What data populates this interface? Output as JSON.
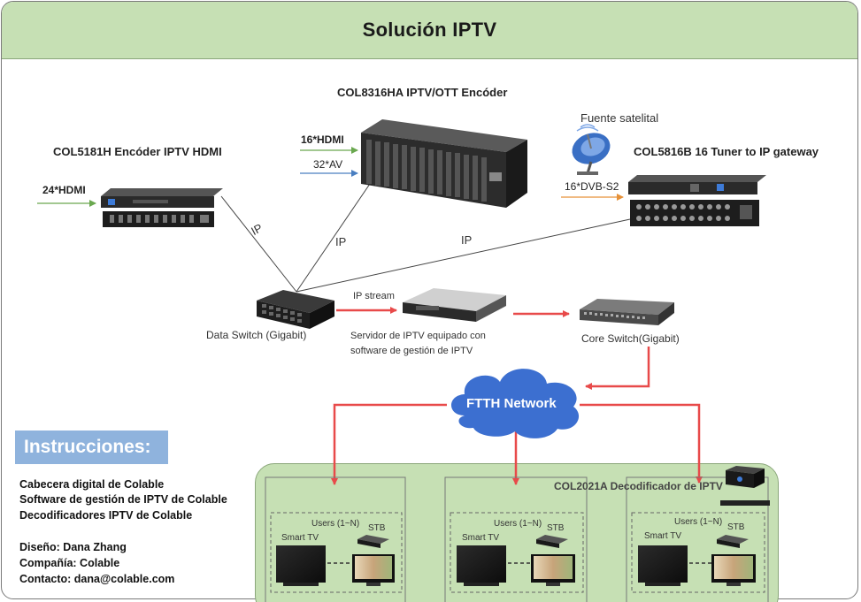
{
  "title": "Solución IPTV",
  "devices": {
    "encoder_hdmi": "COL5181H Encóder IPTV HDMI",
    "encoder_ott": "COL8316HA  IPTV/OTT Encóder",
    "gateway": "COL5816B 16 Tuner to IP gateway",
    "satellite_source": "Fuente satelital",
    "data_switch": "Data Switch (Gigabit)",
    "server_line1": "Servidor de IPTV equipado con",
    "server_line2": "software de gestión de IPTV",
    "core_switch": "Core Switch(Gigabit)",
    "decoder": "COL2021A Decodificador de IPTV"
  },
  "inputs": {
    "hdmi24": "24*HDMI",
    "hdmi16": "16*HDMI",
    "av32": "32*AV",
    "dvbs2": "16*DVB-S2"
  },
  "links": {
    "ip1": "IP",
    "ip2": "IP",
    "ip3": "IP",
    "ip_stream": "IP stream",
    "ftth": "FTTH Network"
  },
  "user_groups": [
    {
      "users": "Users (1~N)",
      "stb": "STB",
      "tv": "Smart TV"
    },
    {
      "users": "Users (1~N)",
      "stb": "STB",
      "tv": "Smart TV"
    },
    {
      "users": "Users (1~N)",
      "stb": "STB",
      "tv": "Smart TV"
    }
  ],
  "instructions": {
    "heading": "Instrucciones:",
    "line1": "Cabecera digital de Colable",
    "line2": "Software de gestión de IPTV de Colable",
    "line3": "Decodificadores IPTV de Colable",
    "designer": "Diseño: Dana Zhang",
    "company": "Compañía: Colable",
    "contact": "Contacto: dana@colable.com"
  },
  "colors": {
    "title_bg": "#c6e0b4",
    "panel_bg": "#c6e0b4",
    "red_arrow": "#e84a4a",
    "green_arrow": "#6aa84f",
    "blue_arrow": "#4a7fc1",
    "orange_arrow": "#e69138",
    "cloud": "#3c6fd0",
    "instr_bg": "#8fb3dd"
  }
}
